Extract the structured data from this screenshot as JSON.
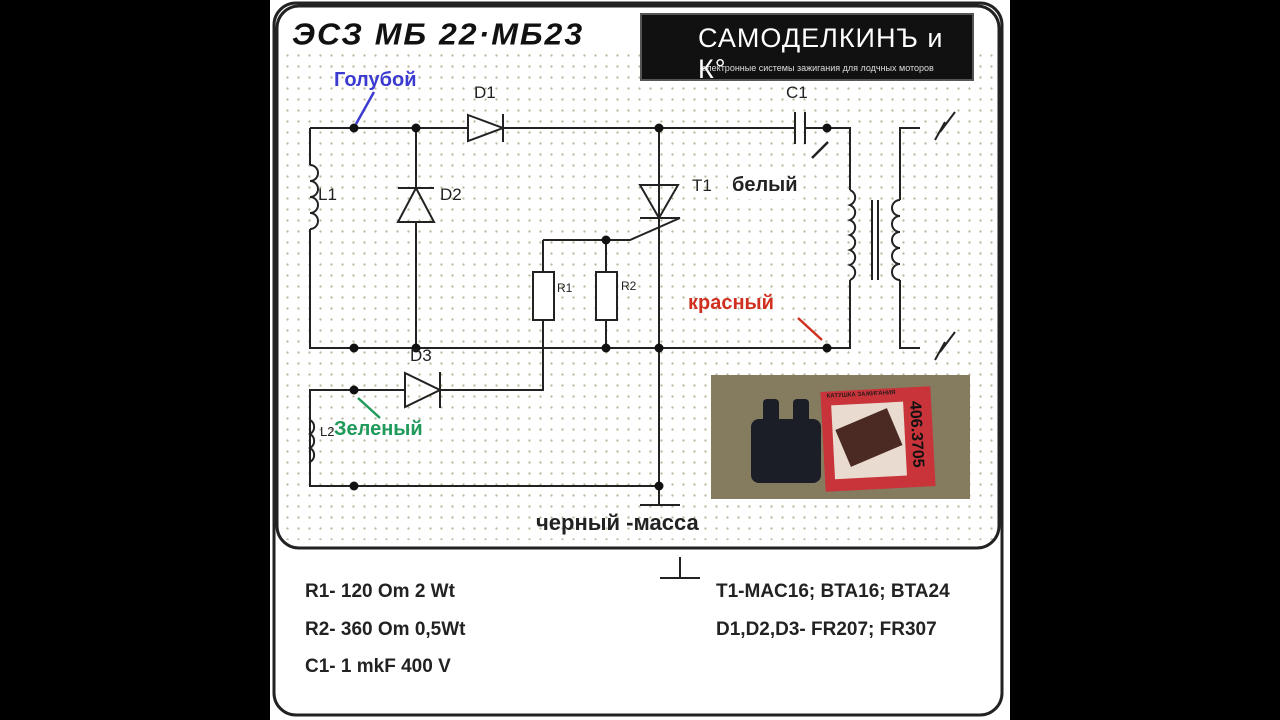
{
  "title": "ЭСЗ МБ 22·МБ23",
  "logo": {
    "name": "САМОДЕЛКИНЪ и К°",
    "subtitle": "электронные системы зажигания для лодчных моторов"
  },
  "components": {
    "D1": "D1",
    "D2": "D2",
    "D3": "D3",
    "C1": "C1",
    "T1": "T1",
    "R1": "R1",
    "R2": "R2",
    "L1": "L1",
    "L2": "L2"
  },
  "wires": {
    "blue": "Голубой",
    "white": "белый",
    "red": "красный",
    "green": "Зеленый",
    "black": "черный -масса"
  },
  "photo": {
    "box_label": "КАТУШКА ЗАЖИГАНИЯ",
    "part_number": "406.3705"
  },
  "specs": {
    "left": [
      "R1- 120 Om 2 Wt",
      "R2- 360 Om 0,5Wt",
      "C1- 1 mkF 400 V"
    ],
    "right": [
      "T1-MAC16; BTA16; BTA24",
      "D1,D2,D3- FR207; FR307"
    ]
  },
  "colors": {
    "blue": "#3b3bd0",
    "red": "#d03020",
    "green": "#1f9a5a"
  }
}
